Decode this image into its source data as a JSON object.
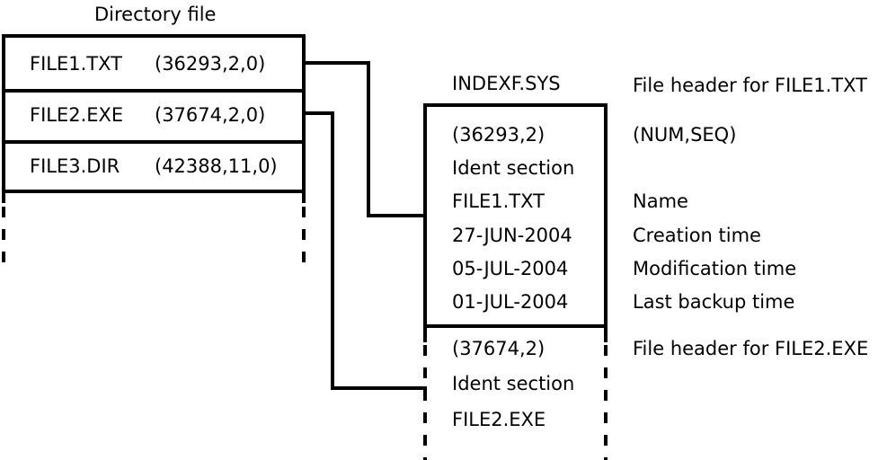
{
  "diagram": {
    "title_directory": "Directory file",
    "title_index": "INDEXF.SYS"
  },
  "directory_file": {
    "rows": [
      {
        "name": "FILE1.TXT",
        "fid": "(36293,2,0)"
      },
      {
        "name": "FILE2.EXE",
        "fid": "(37674,2,0)"
      },
      {
        "name": "FILE3.DIR",
        "fid": "(42388,11,0)"
      }
    ]
  },
  "index_file": {
    "header1": {
      "lines": [
        "(36293,2)",
        "Ident section",
        "FILE1.TXT",
        "27-JUN-2004",
        "05-JUL-2004",
        "01-JUL-2004"
      ]
    },
    "header2": {
      "lines": [
        "(37674,2)",
        "Ident section",
        "FILE2.EXE"
      ]
    }
  },
  "annotations": {
    "header1_title": "File header for FILE1.TXT",
    "rows": [
      "(NUM,SEQ)",
      "",
      "Name",
      "Creation time",
      "Modification time",
      "Last backup time"
    ],
    "header2_title": "File header for FILE2.EXE"
  },
  "style": {
    "stroke": "#000000",
    "background": "#ffffff"
  }
}
